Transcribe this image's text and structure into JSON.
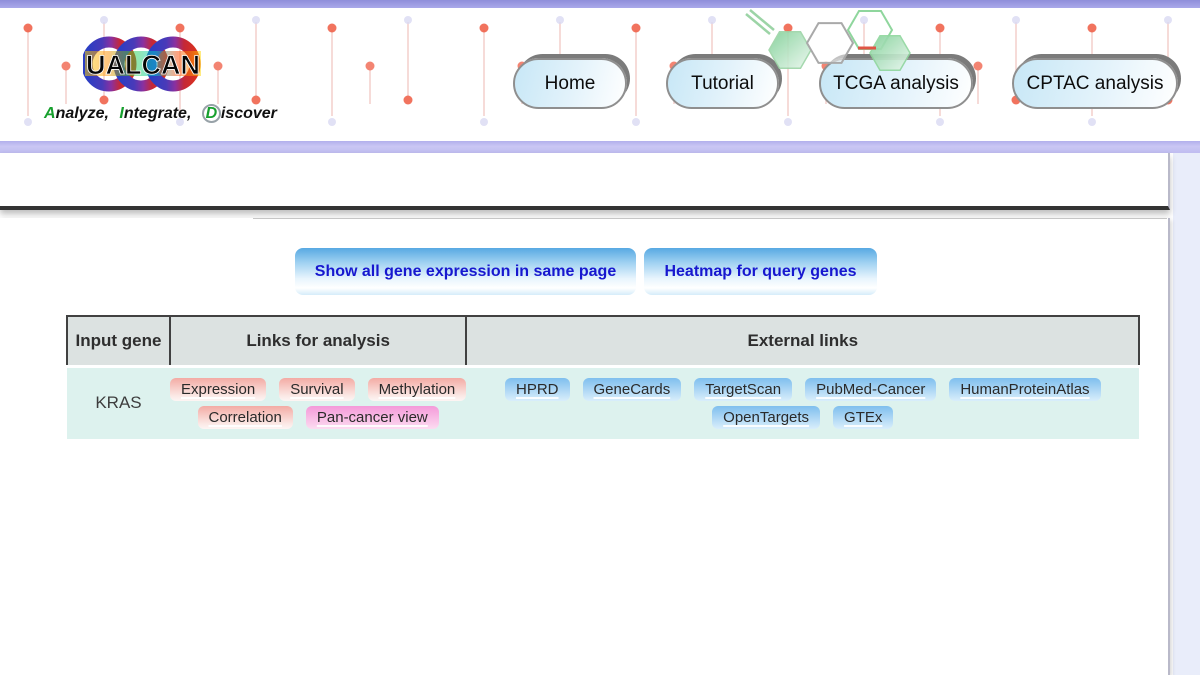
{
  "brand": {
    "logo_text": "UALCAN",
    "tagline": [
      {
        "initial": "A",
        "rest": "nalyze,"
      },
      {
        "initial": "I",
        "rest": "ntegrate,"
      },
      {
        "initial": "D",
        "rest": "iscover"
      }
    ]
  },
  "nav": {
    "items": [
      {
        "label": "Home"
      },
      {
        "label": "Tutorial"
      },
      {
        "label": "TCGA analysis"
      },
      {
        "label": "CPTAC analysis"
      }
    ]
  },
  "actions": {
    "buttons": [
      {
        "label": "Show all gene expression in same page"
      },
      {
        "label": "Heatmap for query genes"
      }
    ]
  },
  "table": {
    "headers": [
      "Input gene",
      "Links for analysis",
      "External links"
    ],
    "row": {
      "gene": "KRAS",
      "analysis_links_row1": [
        "Expression",
        "Survival",
        "Methylation"
      ],
      "analysis_links_row2": [
        "Correlation",
        "Pan-cancer view"
      ],
      "external_links_row1": [
        "HPRD",
        "GeneCards",
        "TargetScan",
        "PubMed-Cancer",
        "HumanProteinAtlas"
      ],
      "external_links_row2": [
        "OpenTargets",
        "GTEx"
      ]
    }
  },
  "colors": {
    "top_bar_purple": "#9b99e2",
    "divider_purple": "#c5c2f2",
    "right_strip_blue": "#e9edfa",
    "table_header_gray": "#dce2e1",
    "row_mint": "#ddf2ee",
    "pill_pink": "#f3aba4",
    "pill_magenta": "#f49ad9",
    "pill_blue": "#7fbfee",
    "action_button_blue": "#57a9e2",
    "action_text_blue": "#1717cf",
    "dot_red": "#ef5a42",
    "molecule_green": "#8fd69d",
    "tagline_green": "#17a02e"
  }
}
